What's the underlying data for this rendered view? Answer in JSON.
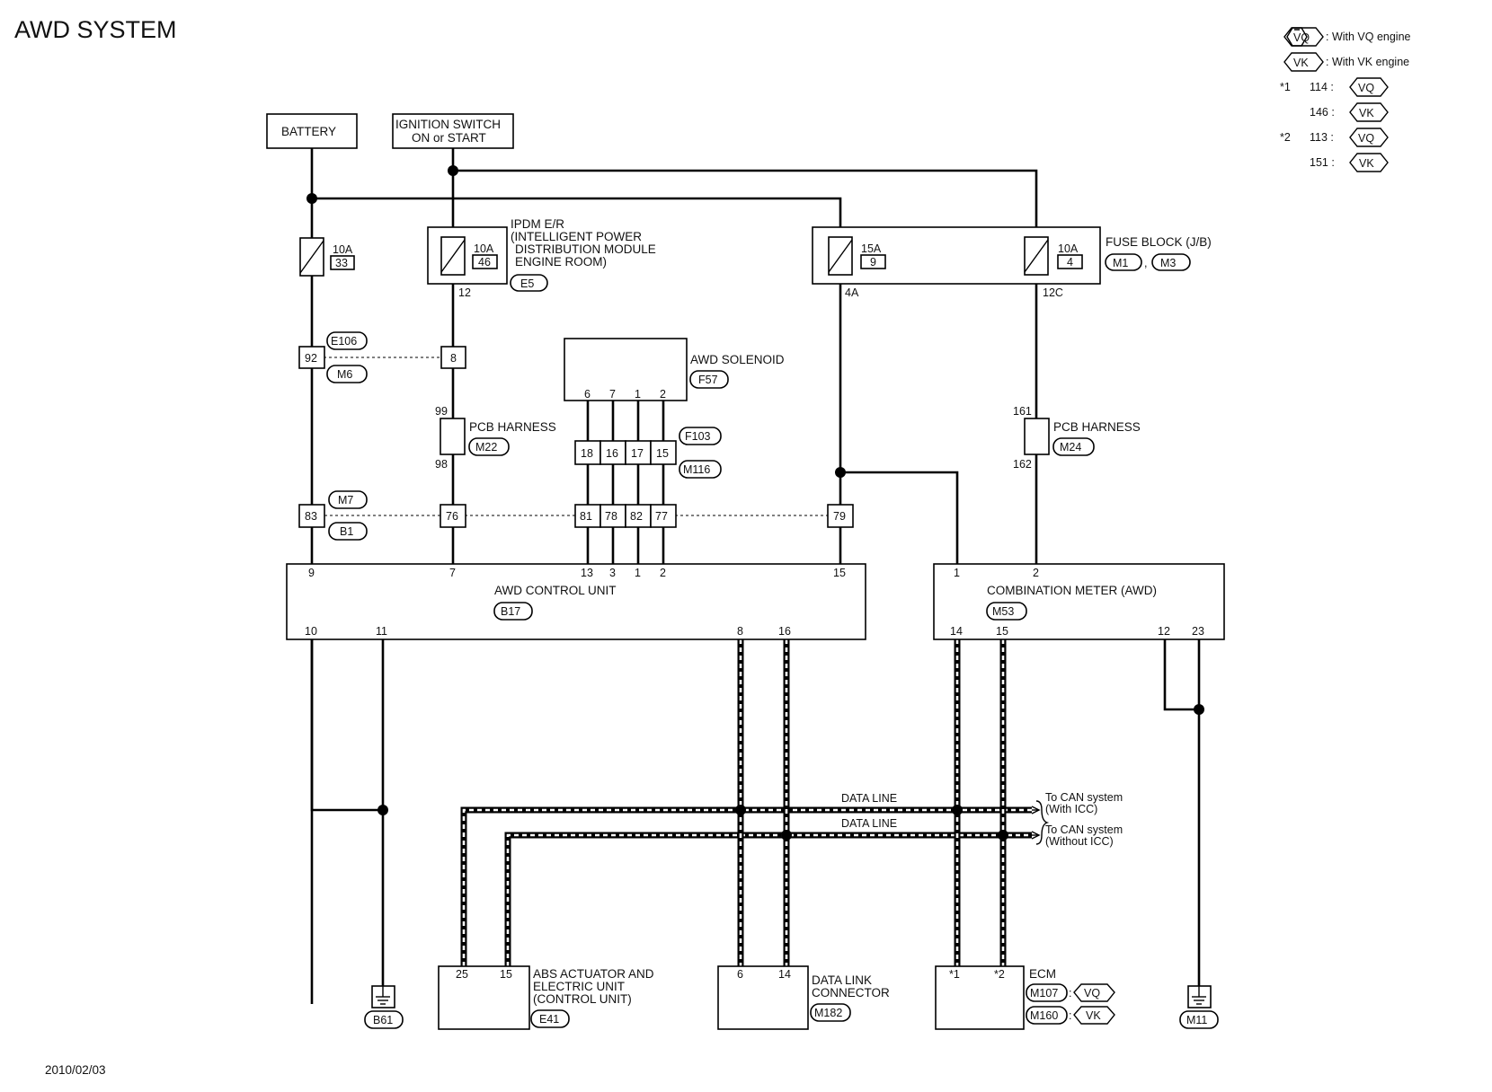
{
  "title": "AWD SYSTEM",
  "date": "2010/02/03",
  "legend": {
    "vq": "VQ",
    "vq_text": ": With VQ engine",
    "vk": "VK",
    "vk_text": ": With VK engine",
    "star1": "*1",
    "star2": "*2",
    "n114": "114 :",
    "n146": "146 :",
    "n113": "113 :",
    "n151": "151 :"
  },
  "components": {
    "battery": "BATTERY",
    "ign_line1": "IGNITION SWITCH",
    "ign_line2": "ON or START",
    "fuse1_amp": "10A",
    "fuse1_num": "33",
    "fuse2_amp": "10A",
    "fuse2_num": "46",
    "fuse3_amp": "15A",
    "fuse3_num": "9",
    "fuse4_amp": "10A",
    "fuse4_num": "4",
    "ipdm_l1": "IPDM E/R",
    "ipdm_l2": "(INTELLIGENT POWER",
    "ipdm_l3": "DISTRIBUTION MODULE",
    "ipdm_l4": "ENGINE ROOM)",
    "ipdm_conn": "E5",
    "fuseblock": "FUSE BLOCK (J/B)",
    "fb_conn1": "M1",
    "fb_conn2": "M3",
    "solenoid": "AWD SOLENOID",
    "solenoid_conn": "F57",
    "pcb_left": "PCB HARNESS",
    "pcb_left_conn": "M22",
    "pcb_right": "PCB HARNESS",
    "pcb_right_conn": "M24",
    "awd_cu": "AWD CONTROL UNIT",
    "awd_cu_conn": "B17",
    "meter": "COMBINATION METER (AWD)",
    "meter_conn": "M53",
    "abs_l1": "ABS ACTUATOR AND",
    "abs_l2": "ELECTRIC UNIT",
    "abs_l3": "(CONTROL UNIT)",
    "abs_conn": "E41",
    "dlc_l1": "DATA LINK",
    "dlc_l2": "CONNECTOR",
    "dlc_conn": "M182",
    "ecm": "ECM",
    "ecm_conn1": "M107",
    "ecm_conn2": "M160",
    "gnd_left": "B61",
    "gnd_right": "M11",
    "data_line1": "DATA LINE",
    "data_line2": "DATA LINE",
    "can1_l1": "To CAN system",
    "can1_l2": "(With ICC)",
    "can2_l1": "To CAN system",
    "can2_l2": "(Without ICC)",
    "conn_e106": "E106",
    "conn_m6": "M6",
    "conn_m7": "M7",
    "conn_b1": "B1",
    "conn_f103": "F103",
    "conn_m116": "M116"
  },
  "pins": {
    "ipdm_out": "12",
    "fb_out_a": "4A",
    "fb_out_c": "12C",
    "j92": "92",
    "j8": "8",
    "pcb_l_in": "99",
    "pcb_l_out": "98",
    "pcb_r_in": "161",
    "pcb_r_out": "162",
    "j83": "83",
    "j76": "76",
    "j81": "81",
    "j78": "78",
    "j82": "82",
    "j77": "77",
    "j79": "79",
    "sol_6": "6",
    "sol_7": "7",
    "sol_1": "1",
    "sol_2": "2",
    "f_18": "18",
    "f_16": "16",
    "f_17": "17",
    "f_15": "15",
    "cu_9": "9",
    "cu_7": "7",
    "cu_13": "13",
    "cu_3": "3",
    "cu_1": "1",
    "cu_2": "2",
    "cu_15": "15",
    "cu_10": "10",
    "cu_11": "11",
    "cu_8": "8",
    "cu_16": "16",
    "m_1": "1",
    "m_2": "2",
    "m_14": "14",
    "m_15": "15",
    "m_12": "12",
    "m_23": "23",
    "abs_25": "25",
    "abs_15": "15",
    "dlc_6": "6",
    "dlc_14": "14",
    "ecm_s1": "*1",
    "ecm_s2": "*2"
  }
}
